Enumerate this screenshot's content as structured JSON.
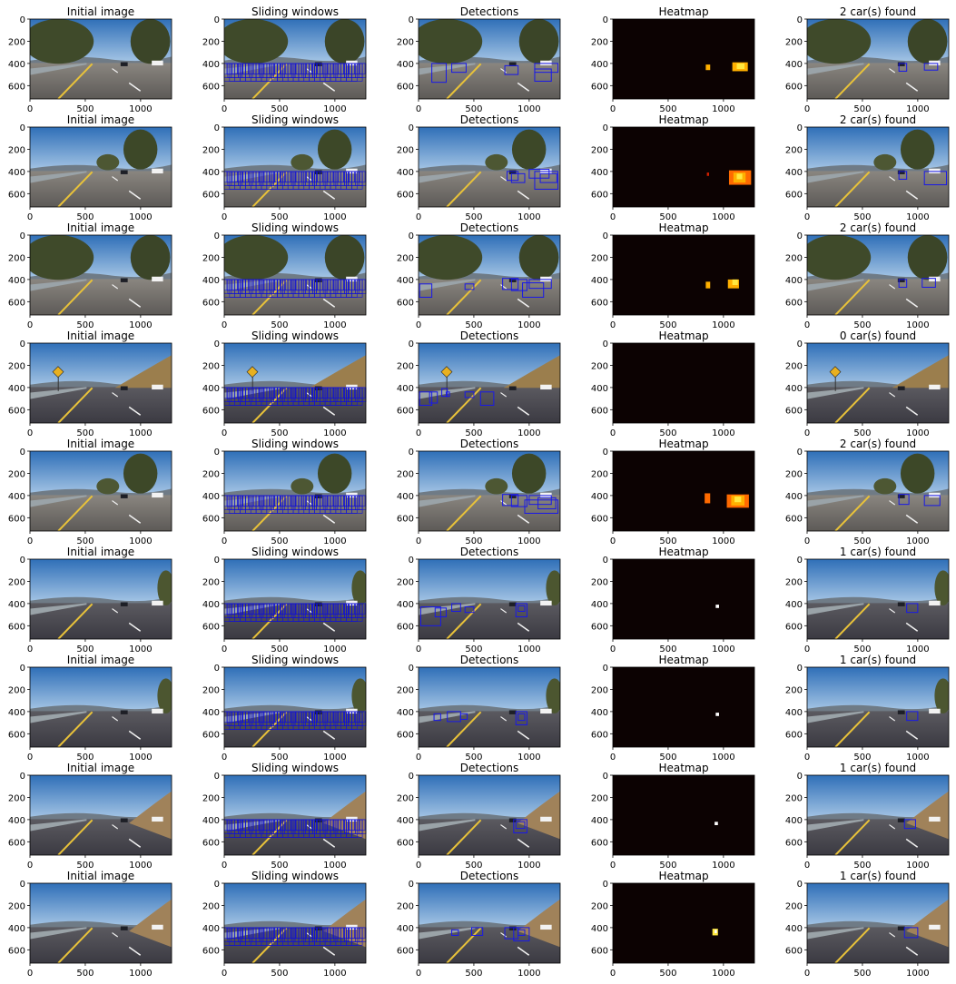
{
  "figure": {
    "grid": {
      "rows": 9,
      "cols": 5
    },
    "column_titles": [
      "Initial image",
      "Sliding windows",
      "Detections",
      "Heatmap"
    ],
    "axis": {
      "image_width": 1280,
      "image_height": 720,
      "xticks": [
        0,
        500,
        1000
      ],
      "yticks": [
        0,
        200,
        400,
        600
      ]
    },
    "rows": [
      {
        "cars_label": "2 car(s) found",
        "scene": "forest-left",
        "detections": [
          [
            120,
            400,
            250,
            570
          ],
          [
            300,
            400,
            430,
            480
          ],
          [
            780,
            420,
            900,
            500
          ],
          [
            1050,
            400,
            1260,
            480
          ],
          [
            1050,
            450,
            1200,
            560
          ]
        ],
        "heat": [
          {
            "x1": 840,
            "y1": 410,
            "x2": 880,
            "y2": 460,
            "c": "#ffb000"
          },
          {
            "x1": 1080,
            "y1": 390,
            "x2": 1220,
            "y2": 470,
            "c": "#ffb000"
          },
          {
            "x1": 1120,
            "y1": 400,
            "x2": 1190,
            "y2": 450,
            "c": "#ffe840"
          }
        ],
        "found": [
          [
            830,
            400,
            900,
            470
          ],
          [
            1060,
            400,
            1180,
            460
          ]
        ]
      },
      {
        "cars_label": "2 car(s) found",
        "scene": "tree-right",
        "detections": [
          [
            800,
            400,
            900,
            480
          ],
          [
            840,
            420,
            960,
            500
          ],
          [
            1000,
            380,
            1180,
            460
          ],
          [
            1050,
            400,
            1260,
            560
          ],
          [
            1100,
            420,
            1250,
            500
          ]
        ],
        "heat": [
          {
            "x1": 850,
            "y1": 410,
            "x2": 870,
            "y2": 440,
            "c": "#d02000"
          },
          {
            "x1": 1050,
            "y1": 390,
            "x2": 1250,
            "y2": 520,
            "c": "#ff6a00"
          },
          {
            "x1": 1090,
            "y1": 410,
            "x2": 1200,
            "y2": 500,
            "c": "#ffb000"
          },
          {
            "x1": 1120,
            "y1": 420,
            "x2": 1170,
            "y2": 470,
            "c": "#ffe840"
          }
        ],
        "found": [
          [
            830,
            400,
            900,
            470
          ],
          [
            1060,
            400,
            1260,
            520
          ]
        ]
      },
      {
        "cars_label": "2 car(s) found",
        "scene": "tree-left",
        "detections": [
          [
            10,
            440,
            120,
            560
          ],
          [
            420,
            440,
            500,
            490
          ],
          [
            760,
            390,
            900,
            490
          ],
          [
            840,
            400,
            980,
            500
          ],
          [
            940,
            430,
            1130,
            560
          ],
          [
            1000,
            400,
            1200,
            480
          ]
        ],
        "heat": [
          {
            "x1": 840,
            "y1": 420,
            "x2": 880,
            "y2": 480,
            "c": "#ffb000"
          },
          {
            "x1": 1040,
            "y1": 400,
            "x2": 1140,
            "y2": 480,
            "c": "#ffb000"
          },
          {
            "x1": 1080,
            "y1": 400,
            "x2": 1130,
            "y2": 450,
            "c": "#ffe840"
          }
        ],
        "found": [
          [
            830,
            400,
            900,
            470
          ],
          [
            1040,
            390,
            1160,
            470
          ]
        ]
      },
      {
        "cars_label": "0 car(s) found",
        "scene": "hill-sign",
        "detections": [
          [
            10,
            440,
            120,
            560
          ],
          [
            100,
            440,
            170,
            540
          ],
          [
            210,
            410,
            260,
            480
          ],
          [
            250,
            440,
            280,
            480
          ],
          [
            560,
            440,
            680,
            560
          ],
          [
            420,
            440,
            500,
            490
          ]
        ],
        "heat": [],
        "found": []
      },
      {
        "cars_label": "2 car(s) found",
        "scene": "tree-right",
        "detections": [
          [
            760,
            390,
            900,
            490
          ],
          [
            840,
            400,
            980,
            500
          ],
          [
            1000,
            400,
            1200,
            480
          ],
          [
            960,
            440,
            1260,
            560
          ],
          [
            1080,
            420,
            1240,
            520
          ]
        ],
        "heat": [
          {
            "x1": 830,
            "y1": 380,
            "x2": 880,
            "y2": 470,
            "c": "#ff6a00"
          },
          {
            "x1": 1030,
            "y1": 390,
            "x2": 1230,
            "y2": 510,
            "c": "#ff6a00"
          },
          {
            "x1": 1070,
            "y1": 400,
            "x2": 1190,
            "y2": 490,
            "c": "#ffb000"
          },
          {
            "x1": 1100,
            "y1": 410,
            "x2": 1160,
            "y2": 460,
            "c": "#ffe840"
          }
        ],
        "found": [
          [
            830,
            390,
            920,
            480
          ],
          [
            1060,
            400,
            1200,
            490
          ]
        ]
      },
      {
        "cars_label": "1 car(s) found",
        "scene": "flat-open",
        "detections": [
          [
            20,
            430,
            200,
            600
          ],
          [
            150,
            440,
            250,
            520
          ],
          [
            300,
            400,
            380,
            470
          ],
          [
            420,
            430,
            500,
            480
          ],
          [
            880,
            400,
            980,
            520
          ],
          [
            900,
            420,
            960,
            470
          ]
        ],
        "heat": [
          {
            "x1": 930,
            "y1": 410,
            "x2": 960,
            "y2": 440,
            "c": "#ffffff"
          }
        ],
        "found": [
          [
            900,
            400,
            1000,
            480
          ]
        ]
      },
      {
        "cars_label": "1 car(s) found",
        "scene": "flat-open",
        "detections": [
          [
            140,
            420,
            200,
            480
          ],
          [
            260,
            400,
            380,
            490
          ],
          [
            380,
            420,
            440,
            470
          ],
          [
            880,
            400,
            980,
            520
          ],
          [
            900,
            420,
            960,
            480
          ]
        ],
        "heat": [
          {
            "x1": 930,
            "y1": 410,
            "x2": 960,
            "y2": 440,
            "c": "#ffffff"
          }
        ],
        "found": [
          [
            900,
            400,
            1000,
            480
          ]
        ]
      },
      {
        "cars_label": "1 car(s) found",
        "scene": "hill-right",
        "detections": [
          [
            860,
            400,
            980,
            520
          ],
          [
            880,
            420,
            960,
            480
          ]
        ],
        "heat": [
          {
            "x1": 920,
            "y1": 420,
            "x2": 950,
            "y2": 450,
            "c": "#ffffff"
          }
        ],
        "found": [
          [
            880,
            400,
            980,
            480
          ]
        ]
      },
      {
        "cars_label": "1 car(s) found",
        "scene": "hill-right",
        "detections": [
          [
            300,
            420,
            360,
            470
          ],
          [
            480,
            400,
            580,
            470
          ],
          [
            780,
            400,
            900,
            500
          ],
          [
            860,
            400,
            1000,
            520
          ],
          [
            900,
            420,
            960,
            470
          ]
        ],
        "heat": [
          {
            "x1": 900,
            "y1": 410,
            "x2": 950,
            "y2": 470,
            "c": "#ffe840"
          },
          {
            "x1": 920,
            "y1": 420,
            "x2": 940,
            "y2": 450,
            "c": "#ffffff"
          }
        ],
        "found": [
          [
            880,
            400,
            1000,
            490
          ]
        ]
      }
    ]
  }
}
